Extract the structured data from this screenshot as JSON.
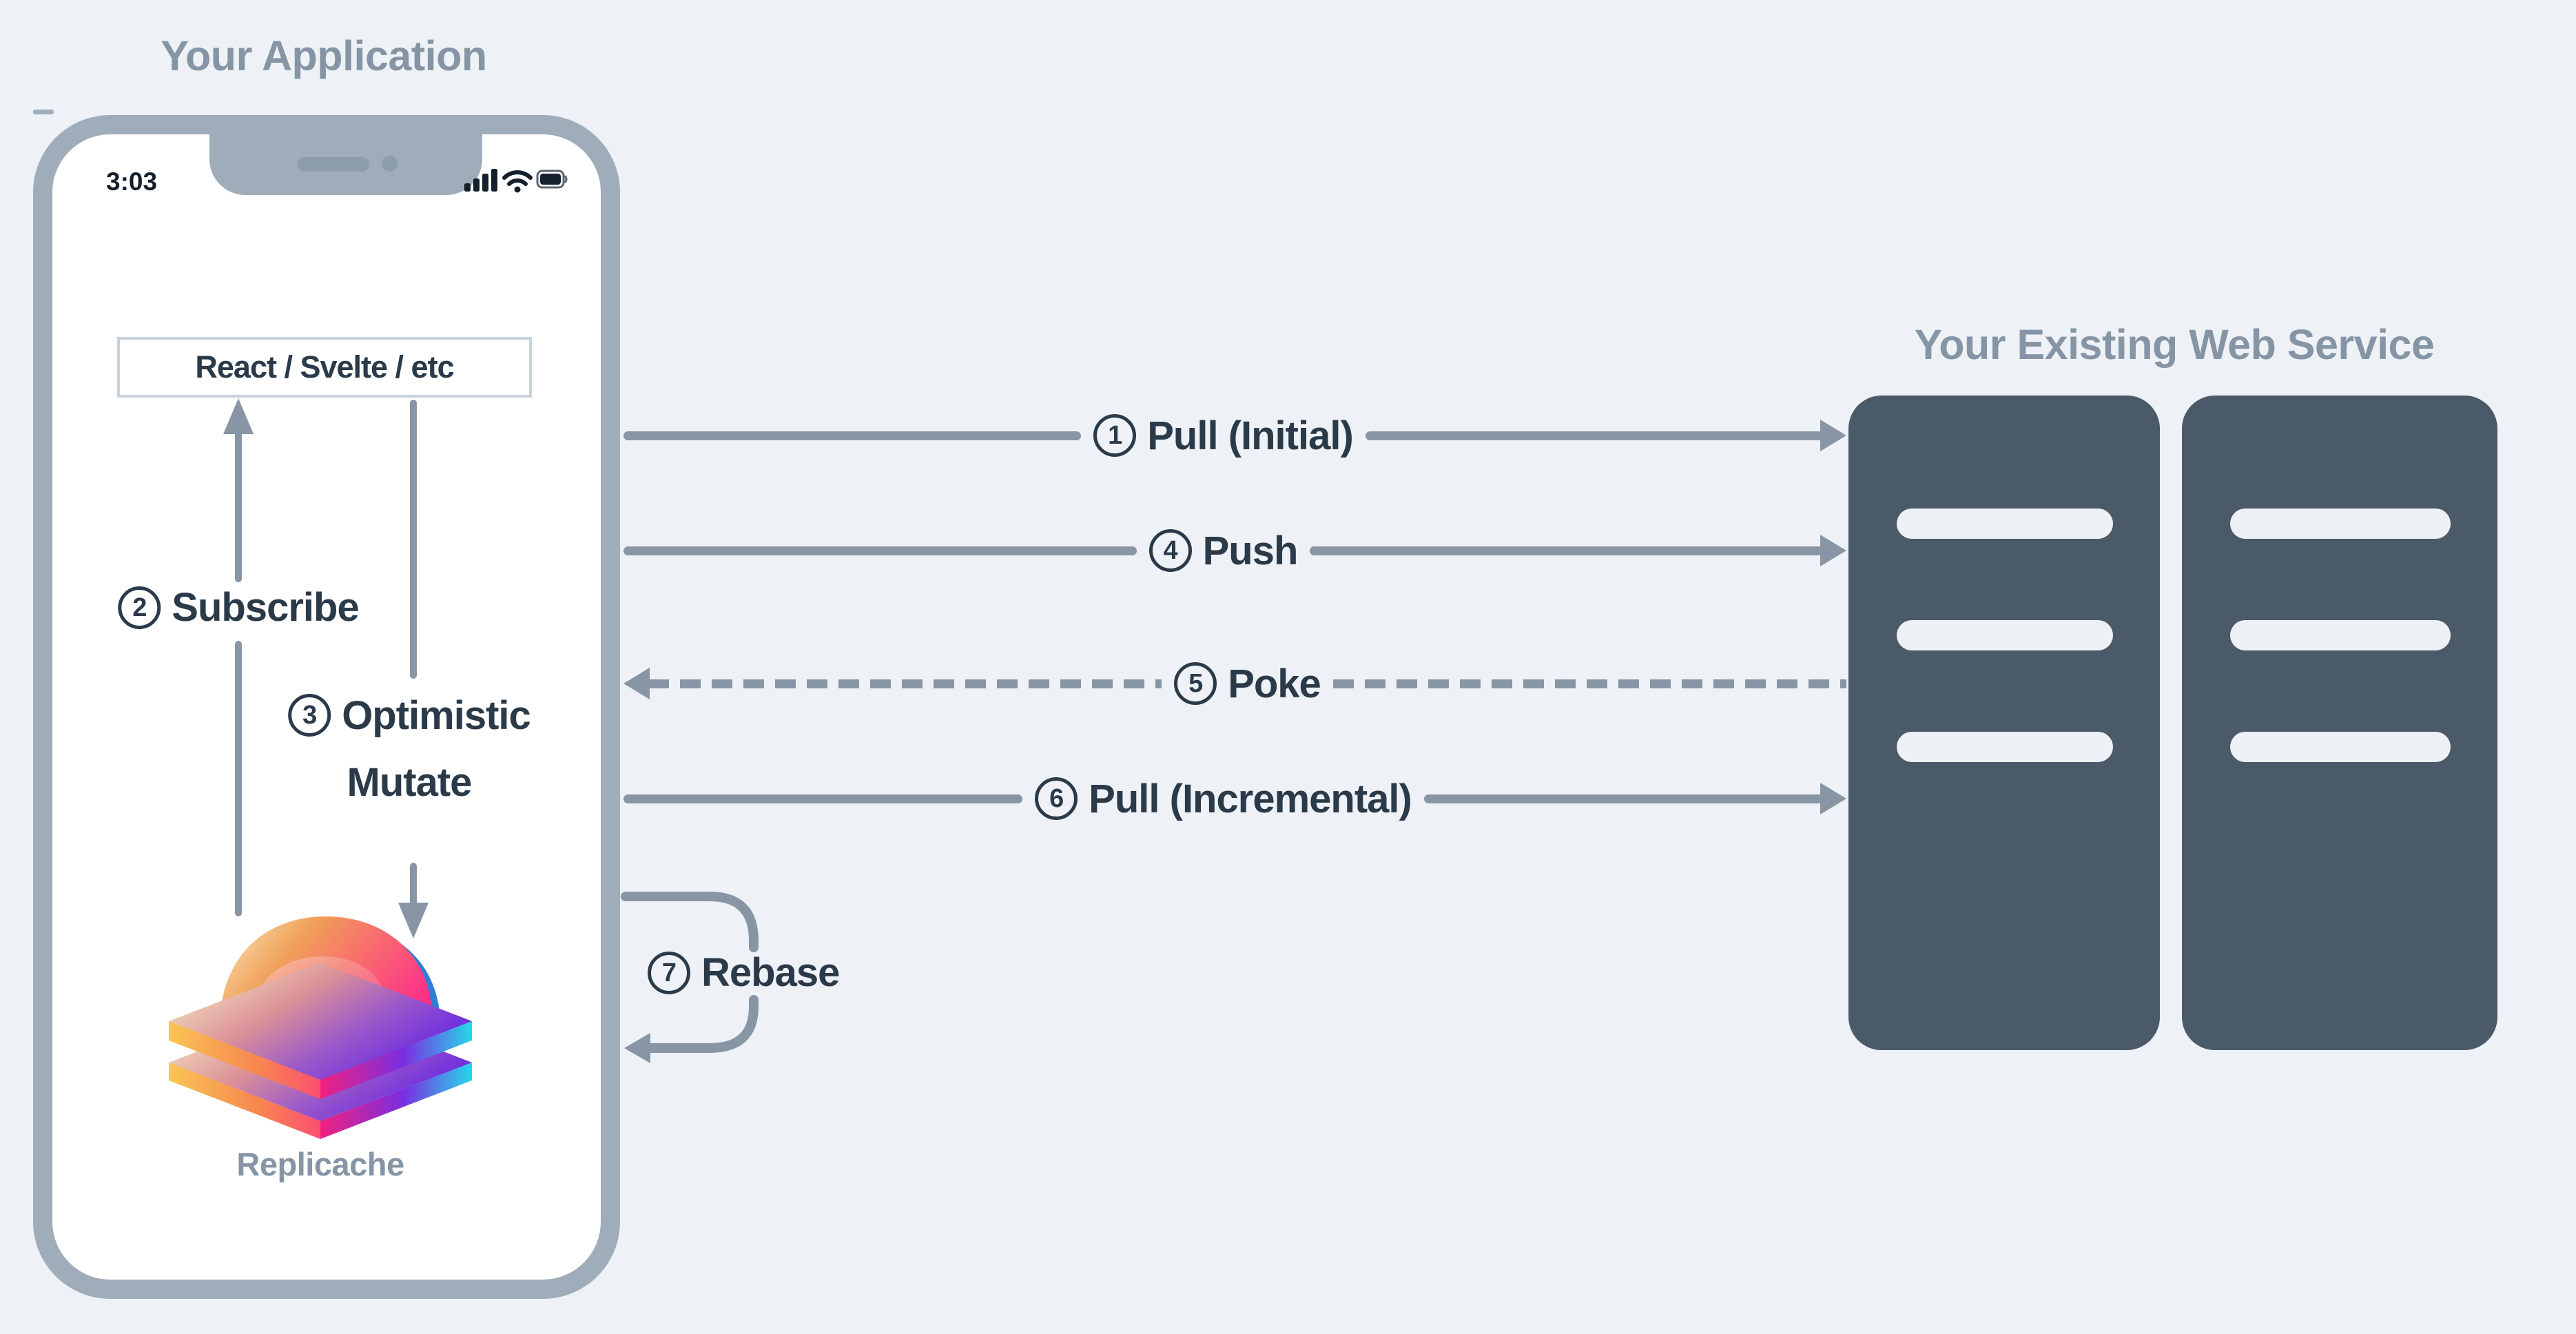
{
  "application": {
    "title": "Your Application",
    "phone": {
      "status_time": "3:03"
    },
    "ui_box_label": "React / Svelte / etc",
    "logo_caption": "Replicache",
    "flows": {
      "subscribe": {
        "number": "2",
        "label": "Subscribe",
        "direction": "up"
      },
      "mutate": {
        "number": "3",
        "label_line1": "Optimistic",
        "label_line2": "Mutate",
        "direction": "down"
      }
    }
  },
  "service": {
    "title": "Your Existing Web Service",
    "server_count": 2,
    "bars_per_server": 3
  },
  "flows": {
    "pull_initial": {
      "number": "1",
      "label": "Pull (Initial)",
      "style": "solid",
      "direction": "right"
    },
    "push": {
      "number": "4",
      "label": "Push",
      "style": "solid",
      "direction": "right"
    },
    "poke": {
      "number": "5",
      "label": "Poke",
      "style": "dashed",
      "direction": "left"
    },
    "pull_incremental": {
      "number": "6",
      "label": "Pull (Incremental)",
      "style": "solid",
      "direction": "right"
    },
    "rebase": {
      "number": "7",
      "label": "Rebase",
      "style": "loop",
      "direction": "loop-left"
    }
  },
  "colors": {
    "background": "#eef2f6",
    "phone_frame": "#9fadbb",
    "arrow": "#8795a5",
    "heading_text": "#8695a5",
    "label_text": "#2b3a49",
    "server_fill": "#4b5a68",
    "logo_gradient": [
      "#f7d9a6",
      "#fb2f88",
      "#7331dd",
      "#25d9e9"
    ]
  }
}
